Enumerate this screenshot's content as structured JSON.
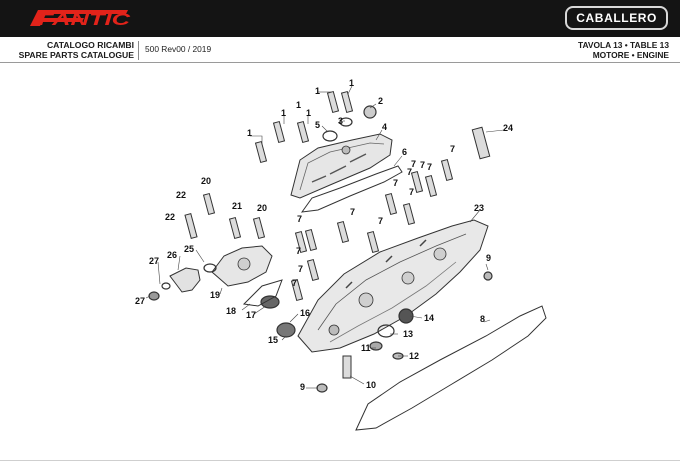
{
  "header": {
    "brand": "FANTIC",
    "model_badge": "CABALLERO"
  },
  "subheader": {
    "catalog_line1": "CATALOGO RICAMBI",
    "catalog_line2": "SPARE PARTS CATALOGUE",
    "model": "500 Rev00 / 2019",
    "table_line1": "TAVOLA 13 • TABLE 13",
    "table_line2": "MOTORE • ENGINE"
  },
  "colors": {
    "header_bg": "#141414",
    "brand_red": "#e2231a",
    "part_fill": "#e8e8e8",
    "part_dark": "#555555"
  },
  "callouts": [
    "1",
    "1",
    "1",
    "1",
    "1",
    "1",
    "2",
    "3",
    "4",
    "5",
    "6",
    "7",
    "7",
    "7",
    "7",
    "7",
    "7",
    "7",
    "7",
    "7",
    "7",
    "7",
    "7",
    "7",
    "8",
    "9",
    "9",
    "10",
    "11",
    "12",
    "13",
    "14",
    "15",
    "16",
    "17",
    "18",
    "19",
    "20",
    "20",
    "21",
    "22",
    "22",
    "23",
    "24",
    "25",
    "26",
    "27",
    "27"
  ]
}
